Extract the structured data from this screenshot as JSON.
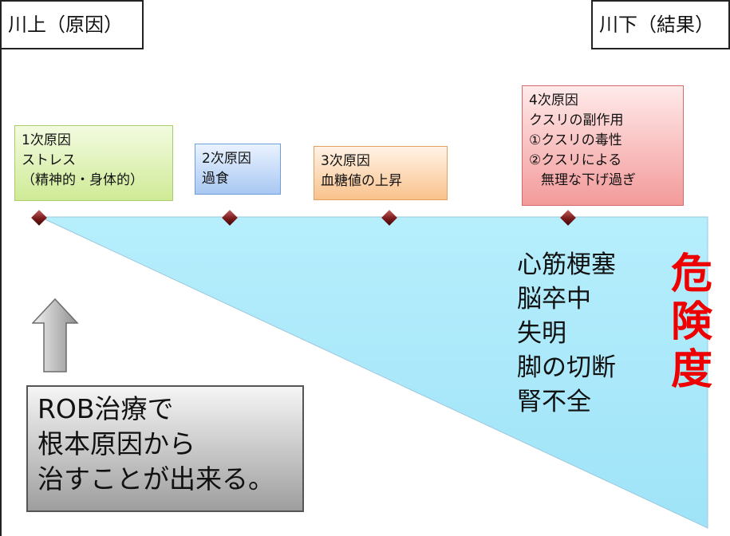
{
  "header": {
    "upstream_label": "川上（原因）",
    "downstream_label": "川下（結果）"
  },
  "causes": [
    {
      "lines": [
        "1次原因",
        "ストレス",
        "（精神的・身体的）"
      ]
    },
    {
      "lines": [
        "2次原因",
        "過食"
      ]
    },
    {
      "lines": [
        "3次原因",
        "血糖値の上昇"
      ]
    },
    {
      "lines": [
        "4次原因",
        "クスリの副作用",
        "①クスリの毒性",
        "②クスリによる",
        "無理な下げ過ぎ"
      ]
    }
  ],
  "outcomes": [
    "心筋梗塞",
    "脳卒中",
    "失明",
    "脚の切断",
    "腎不全"
  ],
  "danger_label": [
    "危",
    "険",
    "度"
  ],
  "rob_message": [
    "ROB治療で",
    "根本原因から",
    "治すことが出来る。"
  ],
  "colors": {
    "triangle": "#a9e9fb",
    "danger": "#ee0000"
  }
}
